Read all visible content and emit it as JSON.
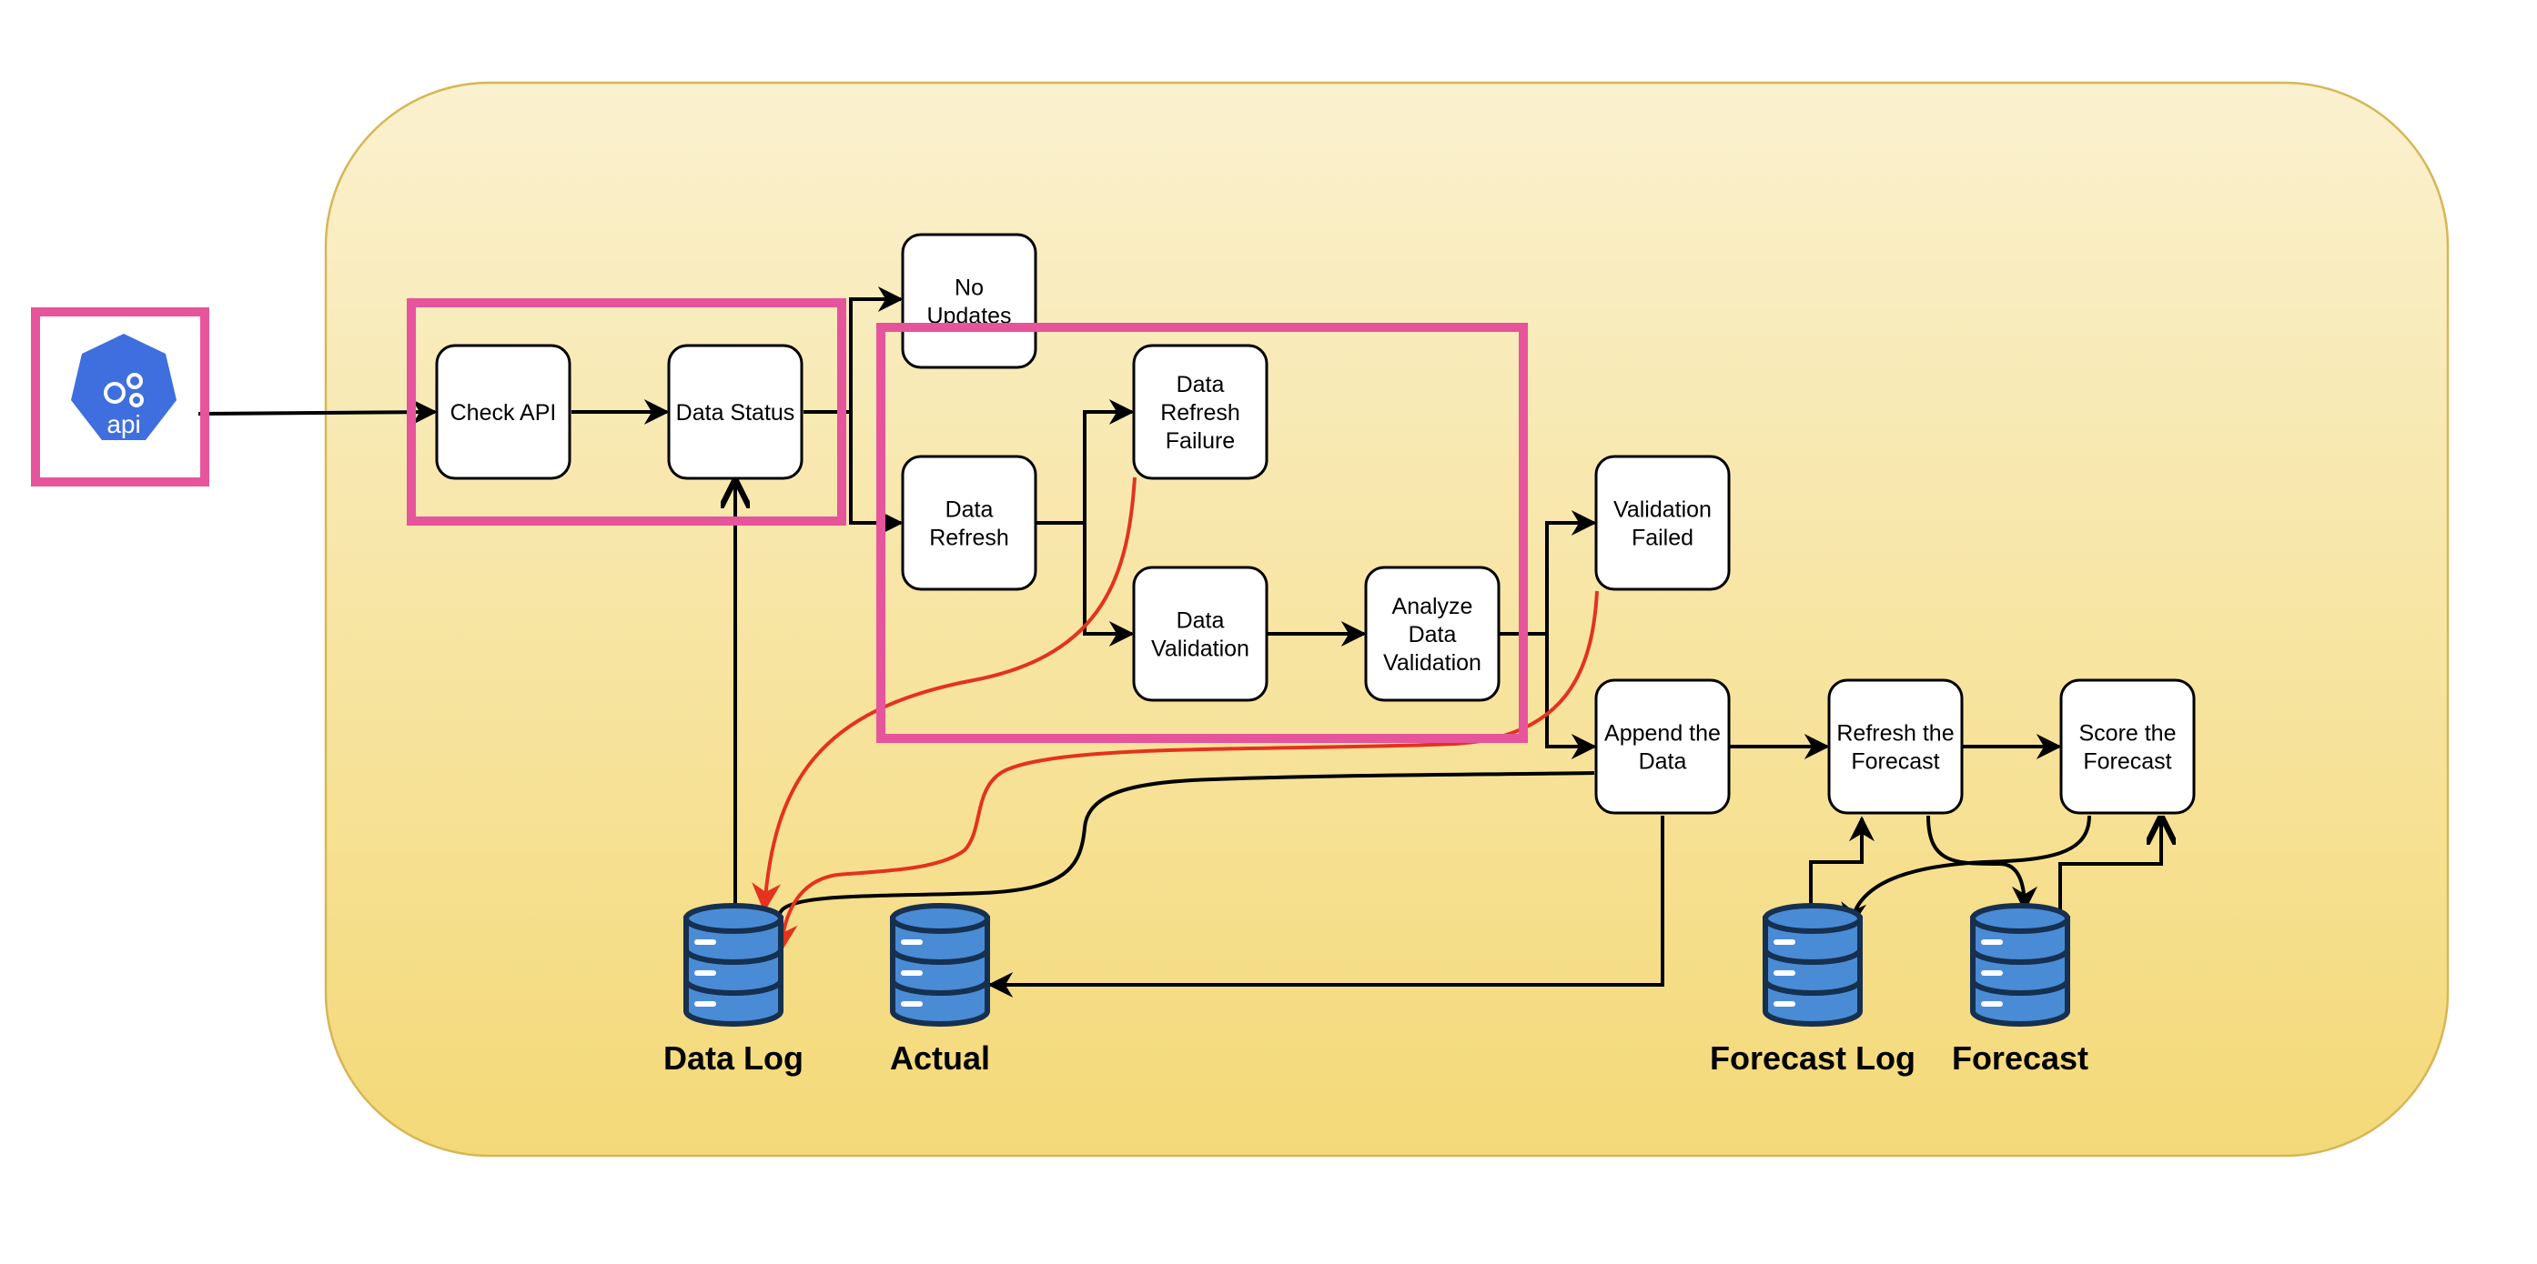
{
  "diagram": {
    "api_icon": {
      "label": "api",
      "icon": "kubernetes-api-icon",
      "color": "#3f6fde"
    },
    "nodes": {
      "check_api": [
        "Check API"
      ],
      "data_status": [
        "Data Status"
      ],
      "no_updates": [
        "No",
        "Updates"
      ],
      "data_refresh": [
        "Data",
        "Refresh"
      ],
      "data_refresh_failure": [
        "Data",
        "Refresh",
        "Failure"
      ],
      "data_validation": [
        "Data",
        "Validation"
      ],
      "analyze_data_validation": [
        "Analyze",
        "Data",
        "Validation"
      ],
      "validation_failed": [
        "Validation",
        "Failed"
      ],
      "append_the_data": [
        "Append the",
        "Data"
      ],
      "refresh_the_forecast": [
        "Refresh the",
        "Forecast"
      ],
      "score_the_forecast": [
        "Score the",
        "Forecast"
      ]
    },
    "databases": {
      "data_log": "Data Log",
      "actual": "Actual",
      "forecast_log": "Forecast Log",
      "forecast": "Forecast"
    },
    "colors": {
      "background_top": "#faf1cf",
      "background_bottom": "#f4d978",
      "background_border": "#d6b656",
      "highlight": "#e6549b",
      "error_line": "#e4321e",
      "db_fill": "#4a8bd6",
      "db_stroke": "#16304f"
    }
  }
}
